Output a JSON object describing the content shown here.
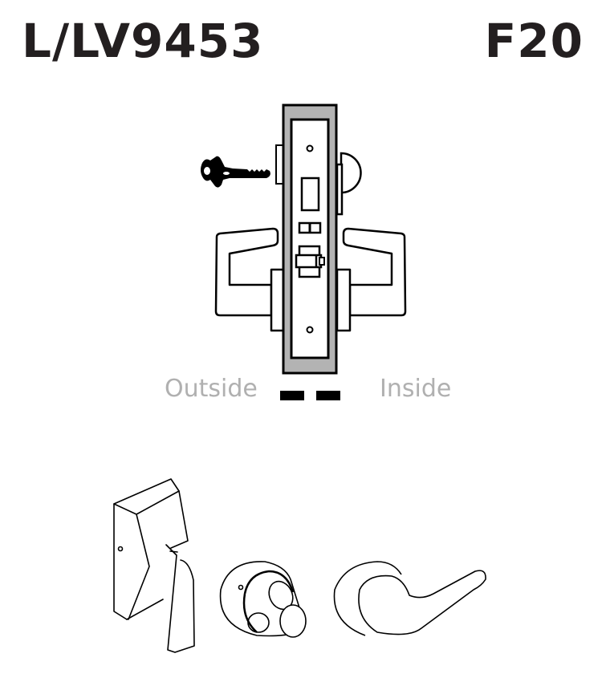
{
  "header": {
    "model_number": "L/LV9453",
    "function_code": "F20"
  },
  "diagram": {
    "labels": {
      "outside": "Outside",
      "inside": "Inside"
    },
    "components": [
      {
        "name": "key",
        "icon": "key-icon",
        "side": "outside"
      },
      {
        "name": "mortise-lock-case",
        "icon": "mortise-case-icon"
      },
      {
        "name": "outside-lever",
        "icon": "lever-icon",
        "side": "outside"
      },
      {
        "name": "inside-lever",
        "icon": "lever-icon",
        "side": "inside"
      },
      {
        "name": "inside-thumbturn",
        "icon": "thumbturn-icon",
        "side": "inside"
      },
      {
        "name": "door-edge-marker",
        "icon": "dashed-line-icon"
      }
    ],
    "colors": {
      "stroke": "#000000",
      "case_fill": "#b3b3b3",
      "title": "#231f20",
      "label": "#b0b0b0"
    }
  },
  "product_views": [
    {
      "name": "lever-trim-angled",
      "icon": "lever-trim-icon"
    },
    {
      "name": "thumbturn-rosette",
      "icon": "thumbturn-rosette-icon"
    },
    {
      "name": "lever-handle",
      "icon": "lever-handle-icon"
    }
  ]
}
